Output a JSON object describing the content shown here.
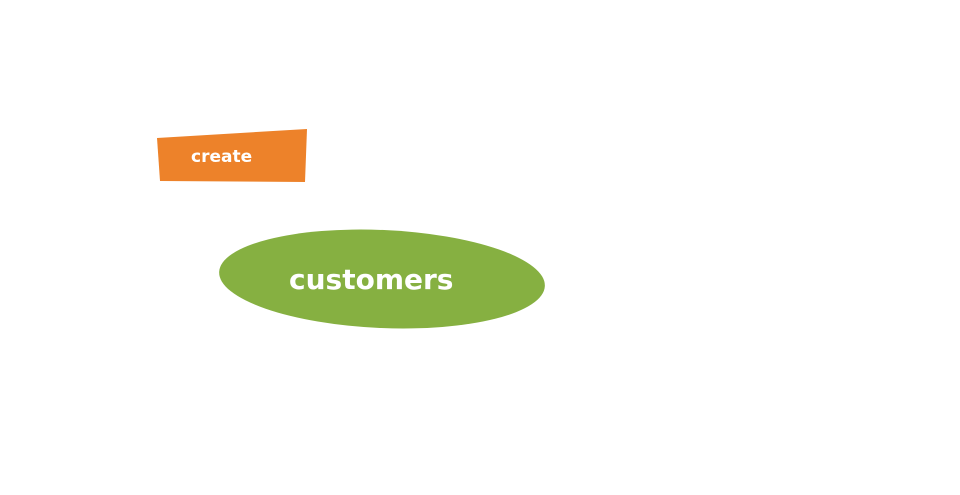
{
  "diagram": {
    "nodes": [
      {
        "id": "create",
        "label": "create",
        "shape": "quadrilateral",
        "color": "#ed822a"
      },
      {
        "id": "customers",
        "label": "customers",
        "shape": "ellipse",
        "color": "#86b041"
      }
    ]
  }
}
